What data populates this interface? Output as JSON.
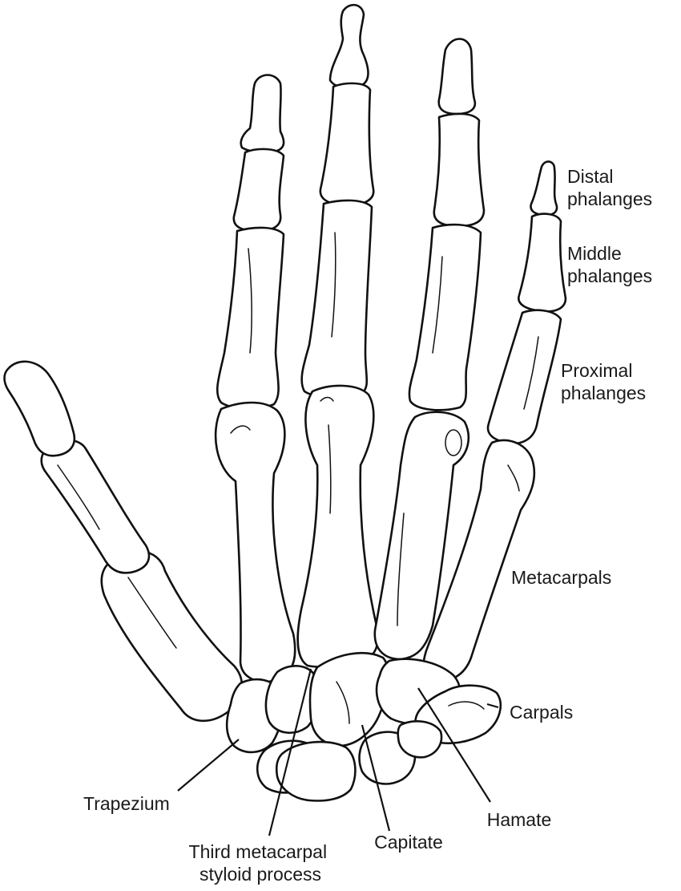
{
  "labels": {
    "distal_phalanges": [
      "Distal",
      "phalanges"
    ],
    "middle_phalanges": [
      "Middle",
      "phalanges"
    ],
    "proximal_phalanges": [
      "Proximal",
      "phalanges"
    ],
    "metacarpals": "Metacarpals",
    "carpals": "Carpals",
    "trapezium": "Trapezium",
    "third_metacarpal_styloid_process": [
      "Third metacarpal",
      "styloid process"
    ],
    "capitate": "Capitate",
    "hamate": "Hamate"
  },
  "colors": {
    "line": "#111111",
    "text": "#1a1a1a",
    "background": "#ffffff"
  }
}
